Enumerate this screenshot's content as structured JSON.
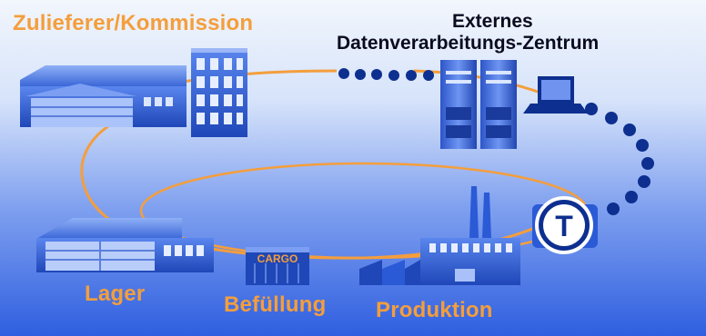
{
  "labels": {
    "supplier": "Zulieferer/Kommission",
    "edv_line1": "Externes",
    "edv_line2": "Datenverarbeitungs-Zentrum",
    "warehouse": "Lager",
    "filling": "Befüllung",
    "production": "Produktion"
  },
  "container_text": "CARGO",
  "node_letter": "T",
  "colors": {
    "ring": "#f49e3c",
    "dots": "#0d2f8f",
    "building": "#2b5ad6",
    "label_orange": "#f49e3c"
  }
}
